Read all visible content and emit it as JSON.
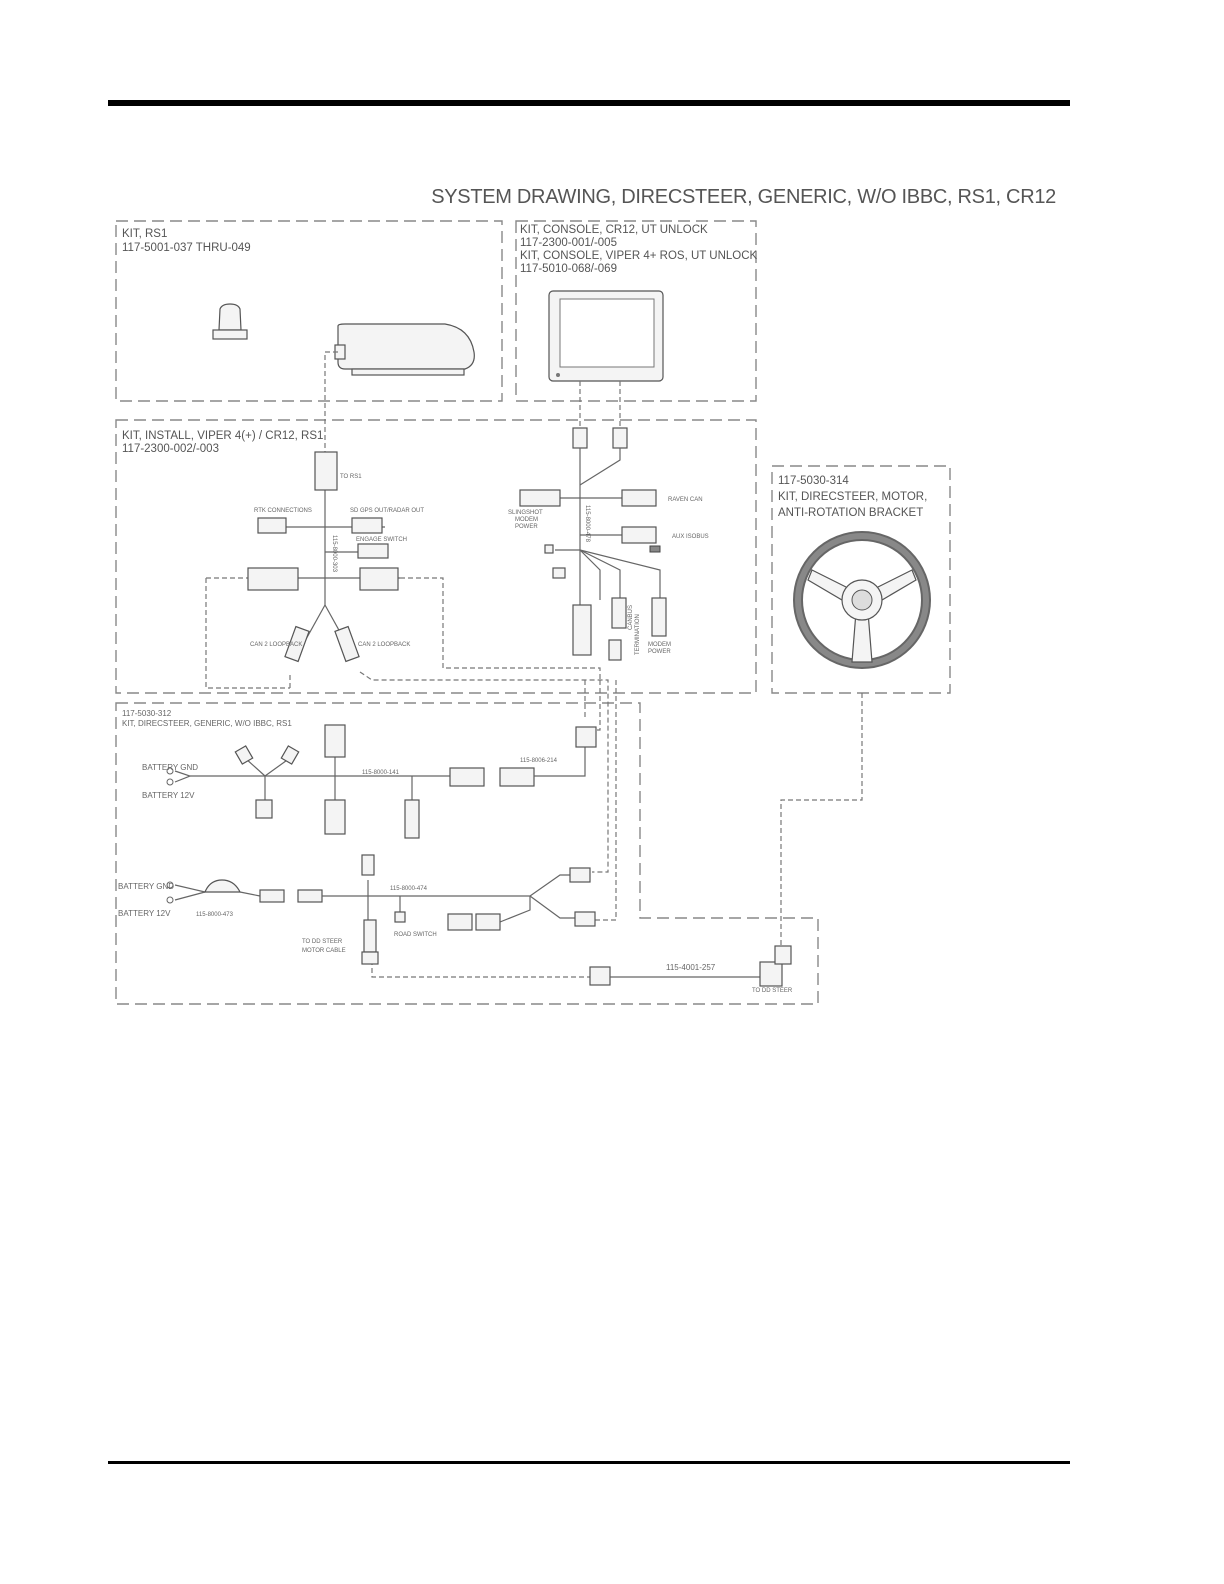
{
  "title": "SYSTEM DRAWING, DIRECSTEER, GENERIC, W/O IBBC, RS1, CR12",
  "kits": {
    "rs1": {
      "line1": "KIT, RS1",
      "line2": "117-5001-037 THRU-049"
    },
    "console": {
      "line1": "KIT, CONSOLE, CR12, UT UNLOCK",
      "line2": "117-2300-001/-005",
      "line3": "KIT, CONSOLE, VIPER 4+ ROS, UT UNLOCK",
      "line4": "117-5010-068/-069"
    },
    "install": {
      "line1": "KIT, INSTALL, VIPER 4(+) / CR12, RS1",
      "line2": "117-2300-002/-003"
    },
    "motor": {
      "line1": "117-5030-314",
      "line2": "KIT, DIRECSTEER, MOTOR,",
      "line3": "ANTI-ROTATION BRACKET"
    },
    "direcsteer": {
      "line1": "117-5030-312",
      "line2": "KIT, DIRECSTEER, GENERIC, W/O IBBC, RS1"
    }
  },
  "labels": {
    "to_rs1": "TO RS1",
    "rtk_connections": "RTK CONNECTIONS",
    "sd_gps_out": "SD GPS OUT/RADAR OUT",
    "engage_switch": "ENGAGE SWITCH",
    "can2_loopback_left": "CAN 2 LOOPBACK",
    "can2_loopback_right": "CAN 2 LOOPBACK",
    "harness_install": "115-8000-303",
    "slingshot_1": "SLINGSHOT",
    "slingshot_2": "MODEM",
    "slingshot_3": "POWER",
    "harness_console": "115-8000-478",
    "raven_can": "RAVEN CAN",
    "aux_isobus": "AUX ISOBUS",
    "canbus_term_1": "CANBUS",
    "canbus_term_2": "TERMINATION",
    "modem_power_1": "MODEM",
    "modem_power_2": "POWER",
    "battery_gnd_1": "BATTERY GND",
    "battery_12v_1": "BATTERY 12V",
    "harness_141": "115-8000-141",
    "harness_214": "115-8006-214",
    "battery_gnd_2": "BATTERY GND",
    "battery_12v_2": "BATTERY 12V",
    "harness_473": "115-8000-473",
    "harness_474": "115-8000-474",
    "road_switch": "ROAD SWITCH",
    "to_dd_motor_1": "TO DD STEER",
    "to_dd_motor_2": "MOTOR CABLE",
    "harness_257": "115-4001-257",
    "to_dd_steer": "TO DD STEER"
  }
}
